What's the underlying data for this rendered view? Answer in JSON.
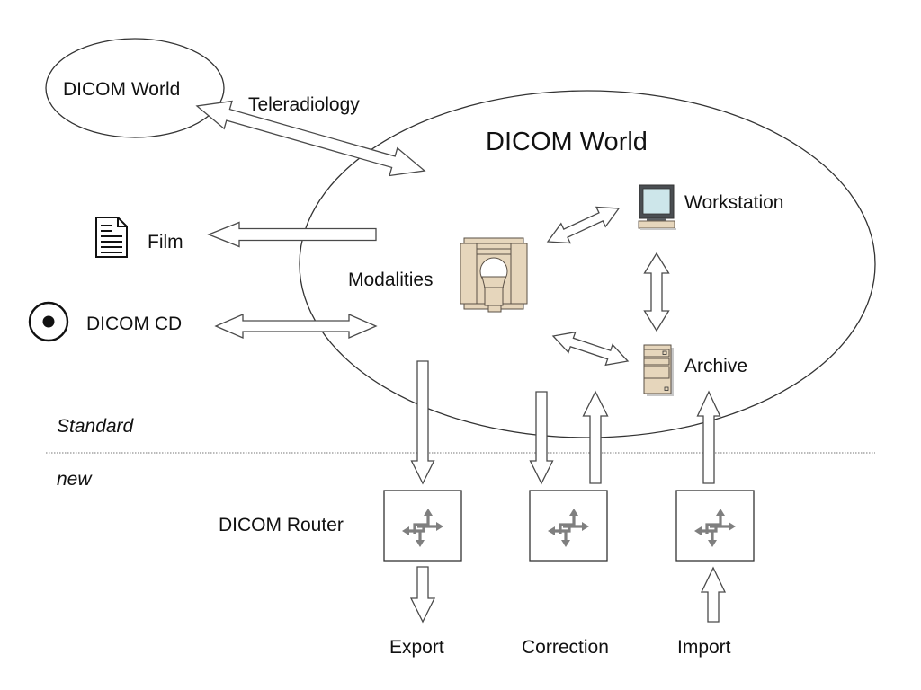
{
  "diagram": {
    "nodes": {
      "remote_world": {
        "label": "DICOM World"
      },
      "main_world": {
        "label": "DICOM World"
      },
      "teleradiology": {
        "label": "Teleradiology"
      },
      "film": {
        "label": "Film",
        "icon": "document-icon"
      },
      "dicom_cd": {
        "label": "DICOM CD",
        "icon": "disc-icon"
      },
      "modalities": {
        "label": "Modalities",
        "icon": "scanner-icon"
      },
      "workstation": {
        "label": "Workstation",
        "icon": "computer-icon"
      },
      "archive": {
        "label": "Archive",
        "icon": "server-icon"
      }
    },
    "zones": {
      "standard": "Standard",
      "new": "new"
    },
    "routers": {
      "label": "DICOM Router",
      "items": [
        {
          "name": "export",
          "label": "Export",
          "direction": "out"
        },
        {
          "name": "correction",
          "label": "Correction",
          "direction": "bidirectional"
        },
        {
          "name": "import",
          "label": "Import",
          "direction": "in"
        }
      ]
    },
    "colors": {
      "device_beige": "#e6d6bc",
      "device_outline": "#5a5046",
      "monitor_frame": "#4a4e52",
      "monitor_screen": "#cde6ea",
      "router_glyph": "#7f7f7f"
    },
    "edges": [
      {
        "from": "remote_world",
        "to": "main_world",
        "label": "Teleradiology",
        "type": "bidirectional"
      },
      {
        "from": "main_world",
        "to": "film",
        "type": "unidirectional"
      },
      {
        "from": "dicom_cd",
        "to": "main_world",
        "type": "bidirectional"
      },
      {
        "from": "modalities",
        "to": "workstation",
        "type": "bidirectional"
      },
      {
        "from": "workstation",
        "to": "archive",
        "type": "bidirectional"
      },
      {
        "from": "modalities",
        "to": "archive",
        "type": "bidirectional"
      },
      {
        "from": "main_world",
        "to": "export_router",
        "type": "unidirectional"
      },
      {
        "from": "main_world",
        "to": "correction_router",
        "type": "unidirectional"
      },
      {
        "from": "correction_router",
        "to": "main_world",
        "type": "unidirectional"
      },
      {
        "from": "import_router",
        "to": "archive",
        "type": "unidirectional"
      },
      {
        "from": "export_router",
        "to": "export",
        "type": "unidirectional"
      },
      {
        "from": "import",
        "to": "import_router",
        "type": "unidirectional"
      }
    ]
  }
}
